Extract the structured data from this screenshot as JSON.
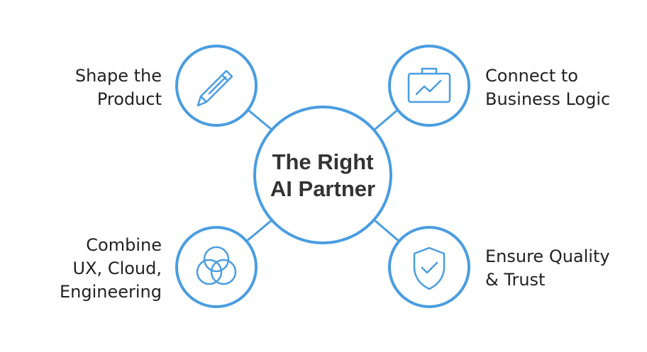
{
  "colors": {
    "accent": "#4a9de0",
    "text": "#222222",
    "center_text": "#333333",
    "background": "#ffffff"
  },
  "center": {
    "line1": "The Right",
    "line2": "AI Partner"
  },
  "nodes": {
    "shape": {
      "icon": "pencil-icon",
      "line1": "Shape the",
      "line2": "Product"
    },
    "connect": {
      "icon": "briefcase-chart-icon",
      "line1": "Connect to",
      "line2": "Business Logic"
    },
    "combine": {
      "icon": "venn-circles-icon",
      "line1": "Combine",
      "line2": "UX, Cloud,",
      "line3": "Engineering"
    },
    "ensure": {
      "icon": "shield-check-icon",
      "line1": "Ensure Quality",
      "line2": "& Trust"
    }
  }
}
